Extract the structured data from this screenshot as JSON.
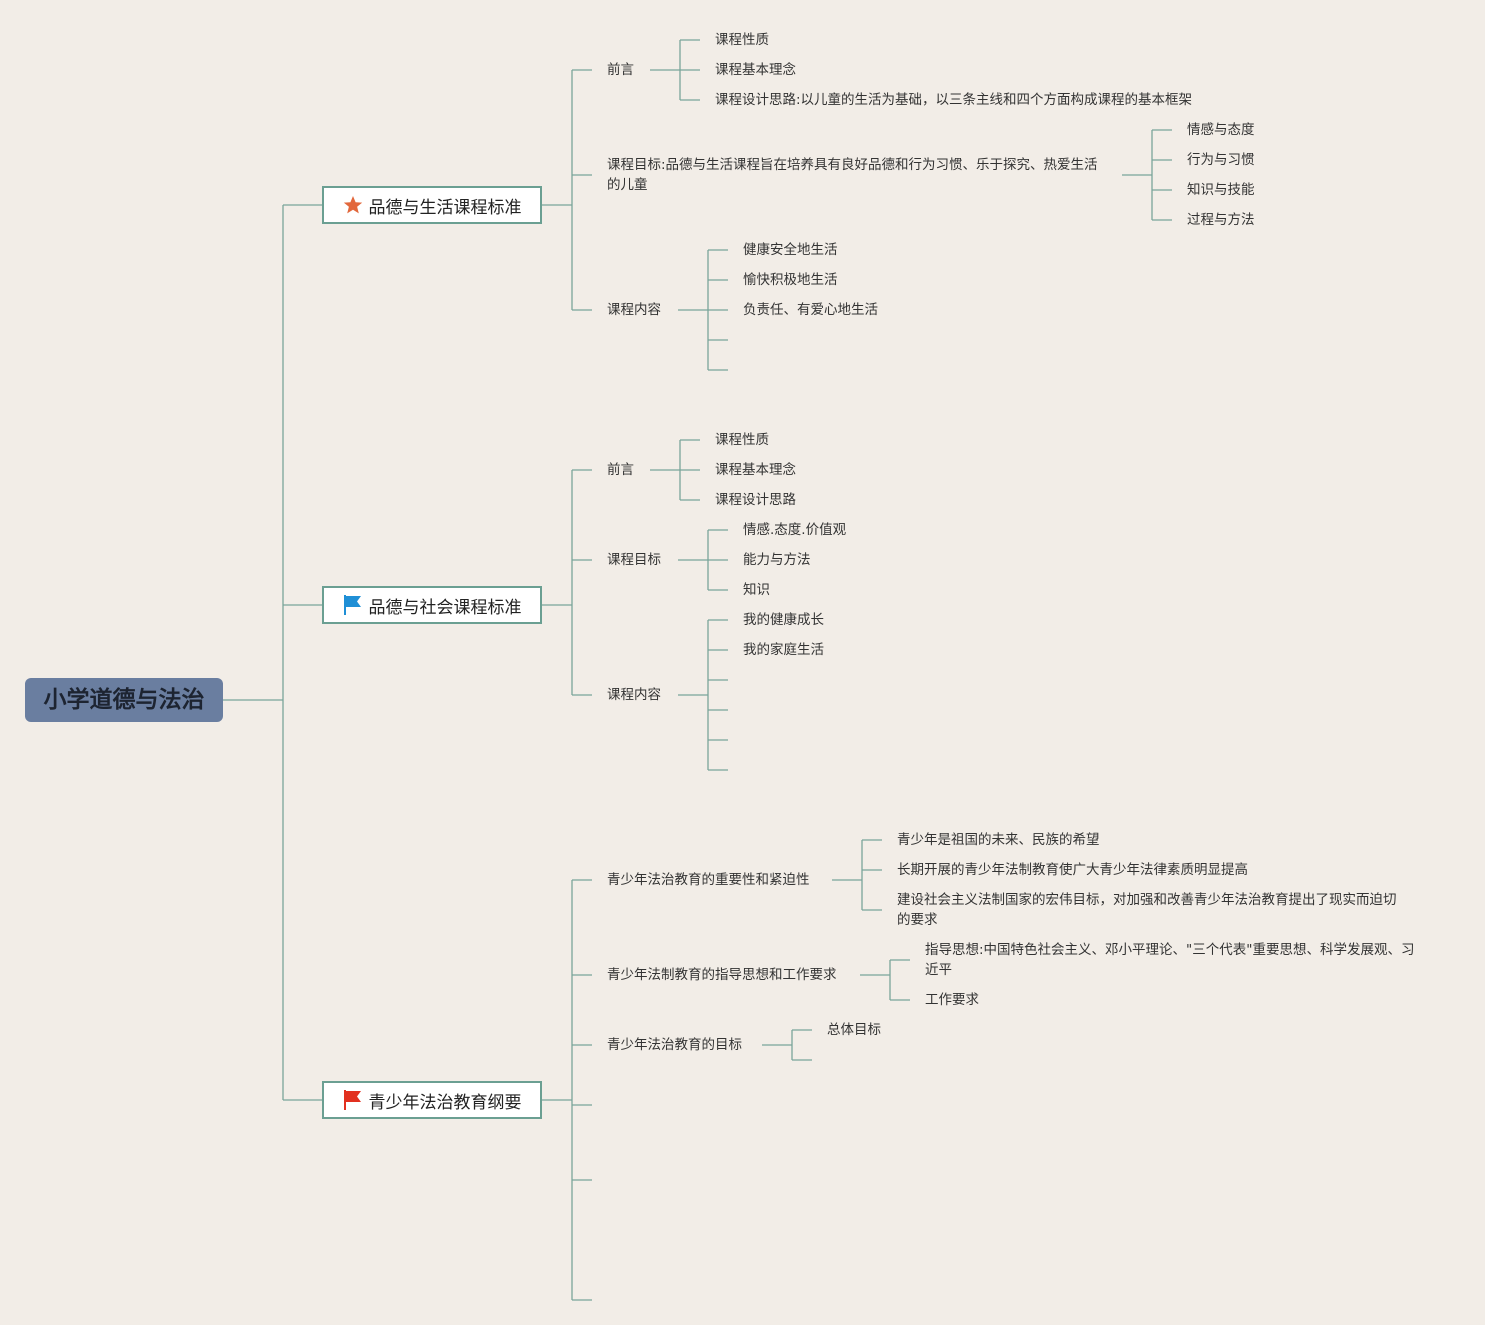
{
  "root": {
    "label": "小学道德与法治"
  },
  "branches": [
    {
      "label": "品德与生活课程标准",
      "icon": "star-icon",
      "icon_color": "#e2683c"
    },
    {
      "label": "品德与社会课程标准",
      "icon": "flag-icon",
      "icon_color": "#1f8fd6"
    },
    {
      "label": "青少年法治教育纲要",
      "icon": "flag-icon",
      "icon_color": "#e2301f"
    }
  ],
  "b1": {
    "qianyan": "前言",
    "qianyan_items": [
      "课程性质",
      "课程基本理念",
      "课程设计思路:以儿童的生活为基础，以三条主线和四个方面构成课程的基本框架"
    ],
    "mubiao": "课程目标:品德与生活课程旨在培养具有良好品德和行为习惯、乐于探究、热爱生活的儿童",
    "mubiao_items": [
      "情感与态度",
      "行为与习惯",
      "知识与技能",
      "过程与方法"
    ],
    "neirong": "课程内容",
    "neirong_items": [
      "健康安全地生活",
      "愉快积极地生活",
      "负责任、有爱心地生活"
    ]
  },
  "b2": {
    "qianyan": "前言",
    "qianyan_items": [
      "课程性质",
      "课程基本理念",
      "课程设计思路"
    ],
    "mubiao": "课程目标",
    "mubiao_items": [
      "情感.态度.价值观",
      "能力与方法",
      "知识"
    ],
    "neirong": "课程内容",
    "neirong_items": [
      "我的健康成长",
      "我的家庭生活"
    ]
  },
  "b3": {
    "item1": "青少年法治教育的重要性和紧迫性",
    "item1_subs": [
      "青少年是祖国的未来、民族的希望",
      "长期开展的青少年法制教育使广大青少年法律素质明显提高",
      "建设社会主义法制国家的宏伟目标，对加强和改善青少年法治教育提出了现实而迫切的要求"
    ],
    "item2": "青少年法制教育的指导思想和工作要求",
    "item2_subs": [
      "指导思想:中国特色社会主义、邓小平理论、\"三个代表\"重要思想、科学发展观、习近平",
      "工作要求"
    ],
    "item3": "青少年法治教育的目标",
    "item3_subs": [
      "总体目标"
    ]
  }
}
